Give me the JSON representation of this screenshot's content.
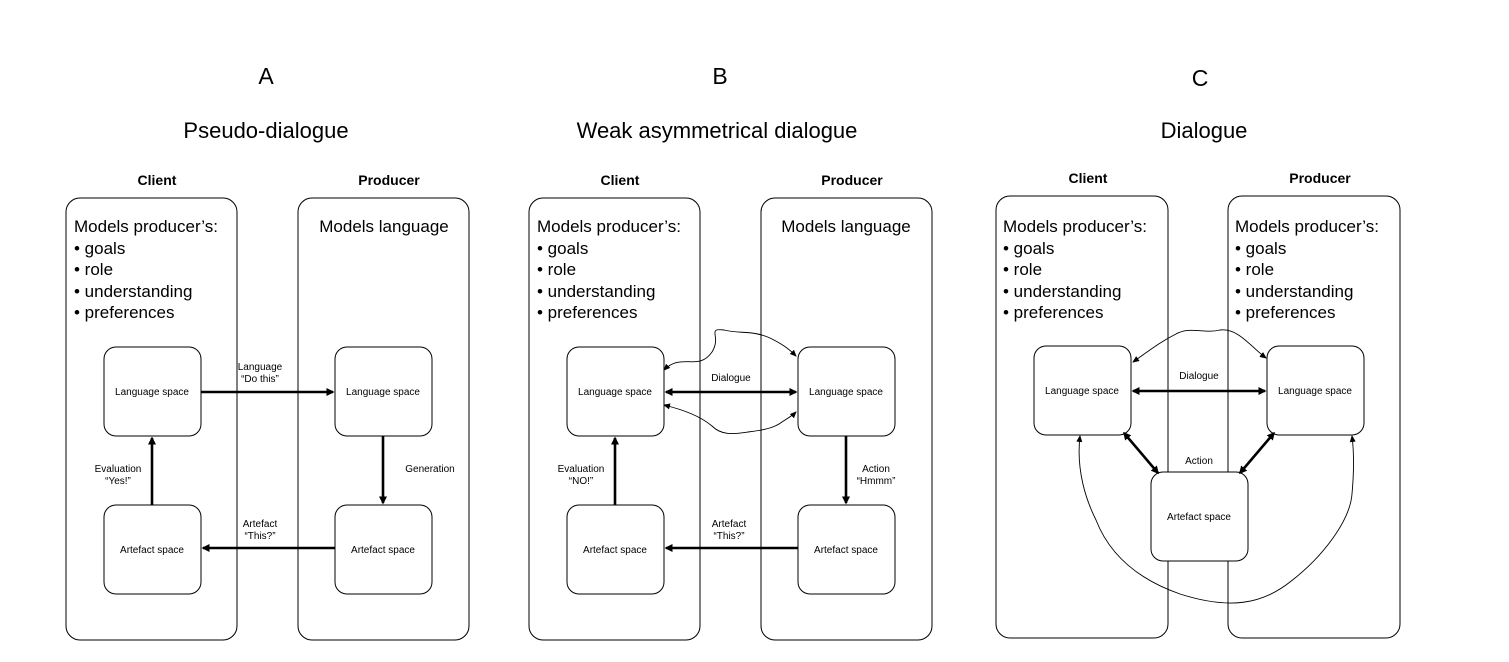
{
  "panels": [
    {
      "letter": "A",
      "title": "Pseudo-dialogue",
      "client": {
        "role": "Client",
        "heading": "Models producer’s:",
        "bullets": [
          "• goals",
          "• role",
          "• understanding",
          "• preferences"
        ],
        "language_node": "Language space",
        "artefact_node": "Artefact space"
      },
      "producer": {
        "role": "Producer",
        "heading": "Models language",
        "bullets": [],
        "language_node": "Language space",
        "artefact_node": "Artefact space"
      },
      "edges": {
        "top_line1": "Language",
        "top_line2": "“Do this”",
        "right_line1": "Generation",
        "right_line2": "",
        "bottom_line1": "Artefact",
        "bottom_line2": "“This?”",
        "left_line1": "Evaluation",
        "left_line2": "“Yes!”"
      }
    },
    {
      "letter": "B",
      "title": "Weak asymmetrical dialogue",
      "client": {
        "role": "Client",
        "heading": "Models producer’s:",
        "bullets": [
          "• goals",
          "• role",
          "• understanding",
          "• preferences"
        ],
        "language_node": "Language space",
        "artefact_node": "Artefact space"
      },
      "producer": {
        "role": "Producer",
        "heading": "Models language",
        "bullets": [],
        "language_node": "Language space",
        "artefact_node": "Artefact space"
      },
      "edges": {
        "top_line1": "Dialogue",
        "top_line2": "",
        "right_line1": "Action",
        "right_line2": "“Hmmm”",
        "bottom_line1": "Artefact",
        "bottom_line2": "“This?”",
        "left_line1": "Evaluation",
        "left_line2": "“NO!”"
      }
    },
    {
      "letter": "C",
      "title": "Dialogue",
      "client": {
        "role": "Client",
        "heading": "Models producer’s:",
        "bullets": [
          "• goals",
          "• role",
          "• understanding",
          "• preferences"
        ],
        "language_node": "Language space"
      },
      "producer": {
        "role": "Producer",
        "heading": "Models producer’s:",
        "bullets": [
          "• goals",
          "• role",
          "• understanding",
          "• preferences"
        ],
        "language_node": "Language space"
      },
      "shared_artefact_node": "Artefact space",
      "edges": {
        "dialogue": "Dialogue",
        "action": "Action"
      }
    }
  ]
}
